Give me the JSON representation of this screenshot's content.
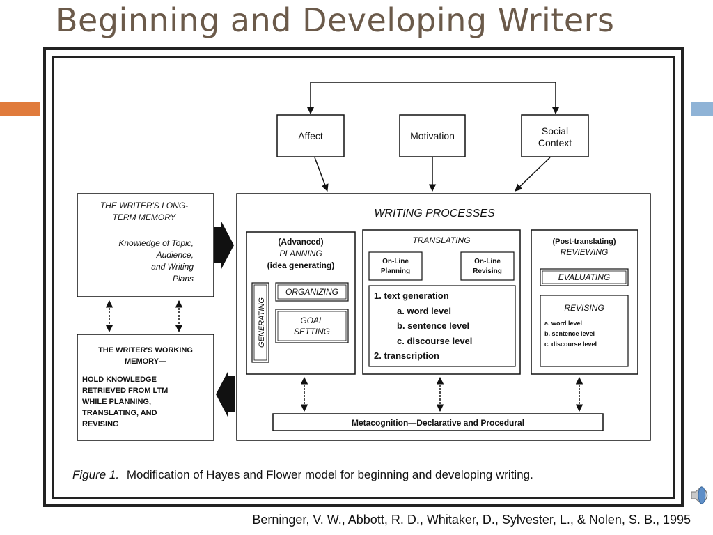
{
  "title": "Beginning and Developing Writers",
  "diagram": {
    "affect": "Affect",
    "motivation": "Motivation",
    "social_context": [
      "Social",
      "Context"
    ],
    "ltm": [
      "THE WRITER'S LONG-",
      "TERM MEMORY",
      "Knowledge of Topic,",
      "Audience,",
      "and Writing",
      "Plans"
    ],
    "working_memory": [
      "THE WRITER'S WORKING",
      "MEMORY—",
      "HOLD KNOWLEDGE",
      "RETRIEVED FROM LTM",
      "WHILE PLANNING,",
      "TRANSLATING, AND",
      "REVISING"
    ],
    "writing_processes": "WRITING PROCESSES",
    "planning": [
      "(Advanced)",
      "PLANNING",
      "(idea generating)"
    ],
    "generating": "GENERATING",
    "organizing": "ORGANIZING",
    "goal_setting": [
      "GOAL",
      "SETTING"
    ],
    "translating": "TRANSLATING",
    "online_planning": [
      "On-Line",
      "Planning"
    ],
    "online_revising": [
      "On-Line",
      "Revising"
    ],
    "translating_list": [
      "1. text generation",
      "a. word level",
      "b. sentence level",
      "c. discourse level",
      "2. transcription"
    ],
    "reviewing": [
      "(Post-translating)",
      "REVIEWING"
    ],
    "evaluating": "EVALUATING",
    "revising": "REVISING",
    "revising_list": [
      "a. word level",
      "b. sentence level",
      "c. discourse level"
    ],
    "metacognition": "Metacognition—Declarative and Procedural",
    "figure_label": "Figure 1.",
    "figure_caption": "Modification of Hayes and Flower model for beginning and developing writing."
  },
  "citation": "Berninger, V. W., Abbott, R. D., Whitaker, D., Sylvester, L., & Nolen, S. B., 1995",
  "colors": {
    "title": "#6b5a4a",
    "accent_orange": "#e07b3c",
    "accent_blue": "#8fb3d6"
  },
  "icons": {
    "audio": "speaker-icon"
  }
}
